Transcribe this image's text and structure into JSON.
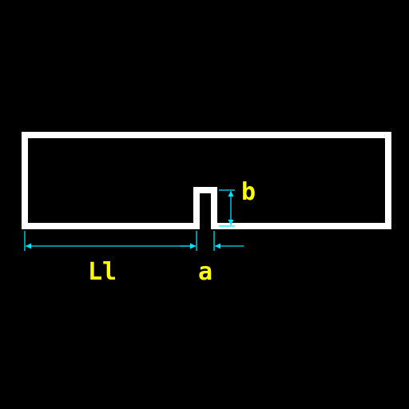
{
  "colors": {
    "background": "#000000",
    "outline": "#ffffff",
    "dimension_line": "#00e5ff",
    "label": "#ffff00"
  },
  "labels": {
    "length": "Ll",
    "notch_width": "a",
    "notch_height": "b"
  }
}
